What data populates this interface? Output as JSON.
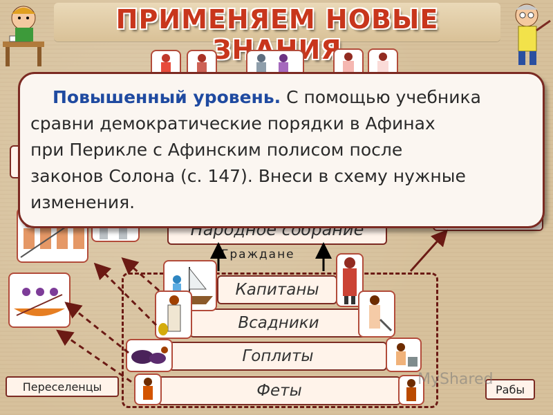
{
  "title": "ПРИМЕНЯЕМ НОВЫЕ ЗНАНИЯ",
  "task": {
    "heading": "Повышенный уровень.",
    "lines": [
      " С помощью учебника",
      "сравни демократические порядки в Афинах",
      "при Перикле с Афинским полисом после",
      "законов Солона (с. 147). Внеси в схему нужные",
      "изменения."
    ]
  },
  "scheme": {
    "assembly": "Народное собрание",
    "citizens": "Граждане",
    "tiers": [
      "Капитаны",
      "Всадники",
      "Гоплиты",
      "Феты"
    ],
    "settlers": "Переселенцы",
    "slaves": "Рабы"
  },
  "watermark": "MyShared",
  "colors": {
    "title": "#c8361c",
    "frame": "#7b2a22",
    "arrow": "#6b1a14",
    "heading": "#1f4aa0"
  },
  "icons": [
    "schoolboy-avatar",
    "teacher-avatar",
    "warrior-figures",
    "rowers-picture"
  ]
}
